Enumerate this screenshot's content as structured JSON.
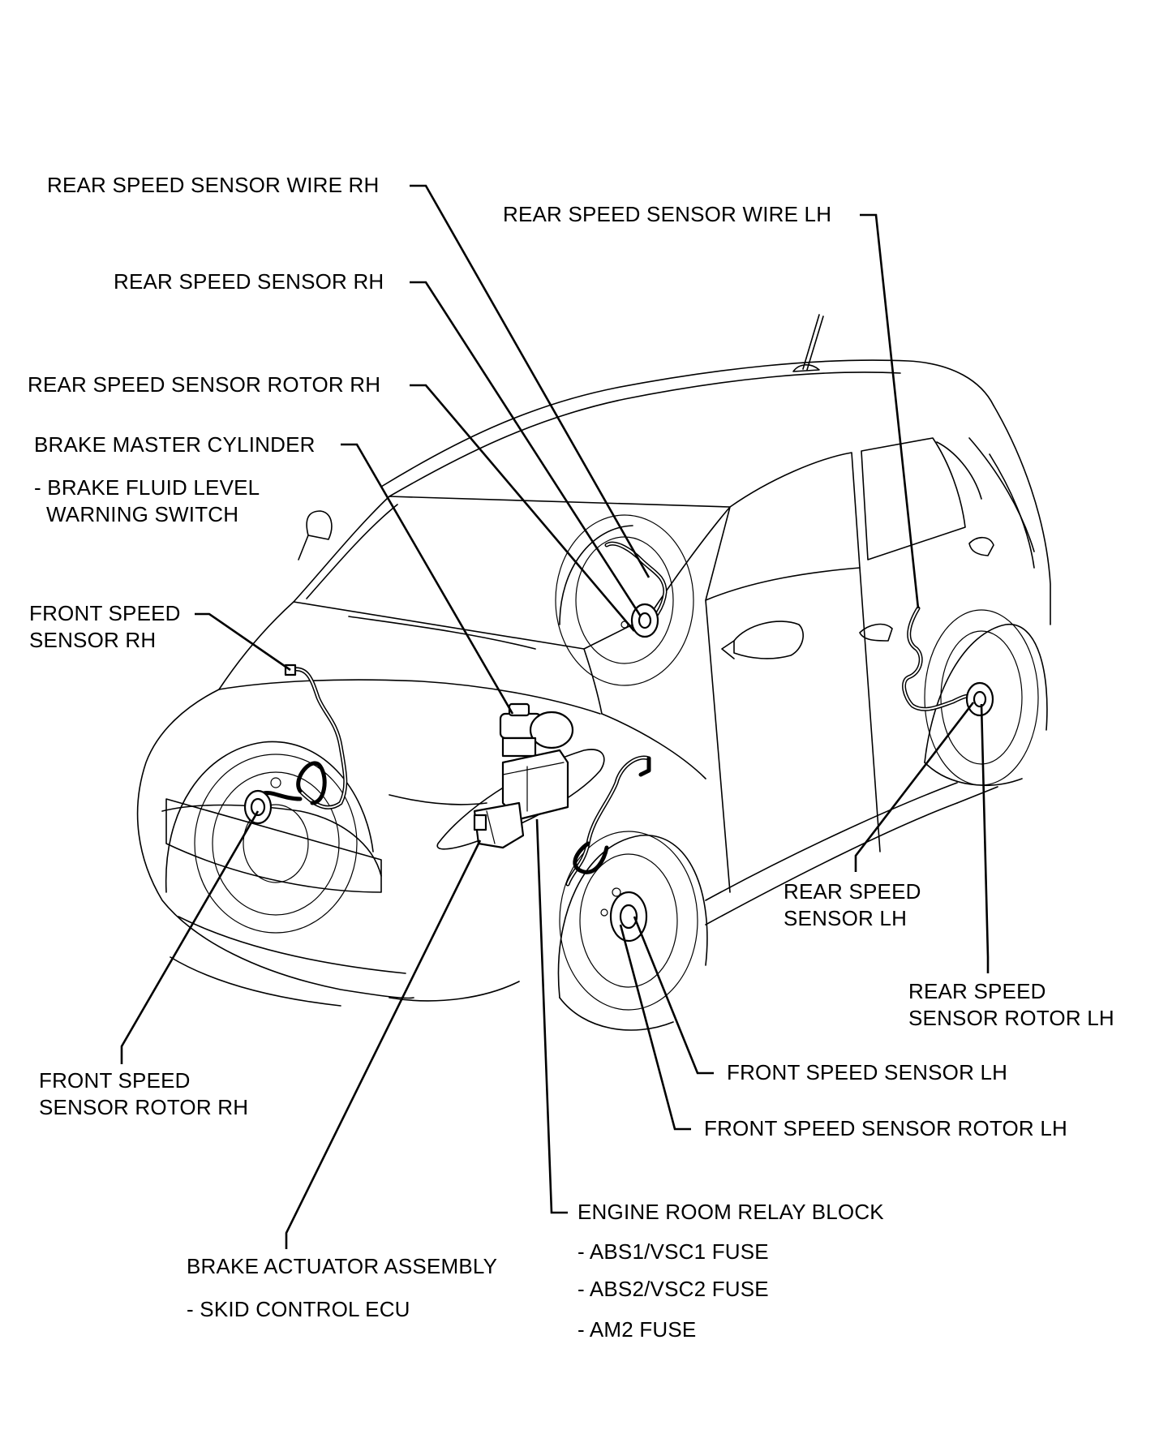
{
  "labels": {
    "rear_speed_sensor_wire_rh": "REAR SPEED SENSOR WIRE RH",
    "rear_speed_sensor_wire_lh": "REAR SPEED SENSOR WIRE LH",
    "rear_speed_sensor_rh": "REAR SPEED SENSOR RH",
    "rear_speed_sensor_rotor_rh": "REAR SPEED SENSOR ROTOR RH",
    "brake_master_cylinder": {
      "title": "BRAKE MASTER CYLINDER",
      "sub_line1": "- BRAKE FLUID LEVEL",
      "sub_line2": "WARNING SWITCH"
    },
    "front_speed_sensor_rh": {
      "line1": "FRONT SPEED",
      "line2": "SENSOR RH"
    },
    "rear_speed_sensor_lh": {
      "line1": "REAR SPEED",
      "line2": "SENSOR LH"
    },
    "rear_speed_sensor_rotor_lh": {
      "line1": "REAR SPEED",
      "line2": "SENSOR ROTOR LH"
    },
    "front_speed_sensor_rotor_rh": {
      "line1": "FRONT SPEED",
      "line2": "SENSOR ROTOR RH"
    },
    "front_speed_sensor_lh": "FRONT SPEED SENSOR LH",
    "front_speed_sensor_rotor_lh": "FRONT SPEED SENSOR ROTOR LH",
    "engine_room_relay_block": {
      "title": "ENGINE ROOM RELAY BLOCK",
      "fuse1": "- ABS1/VSC1 FUSE",
      "fuse2": "- ABS2/VSC2 FUSE",
      "fuse3": "- AM2 FUSE"
    },
    "brake_actuator_assembly": {
      "title": "BRAKE ACTUATOR ASSEMBLY",
      "sub": "- SKID CONTROL ECU"
    }
  }
}
